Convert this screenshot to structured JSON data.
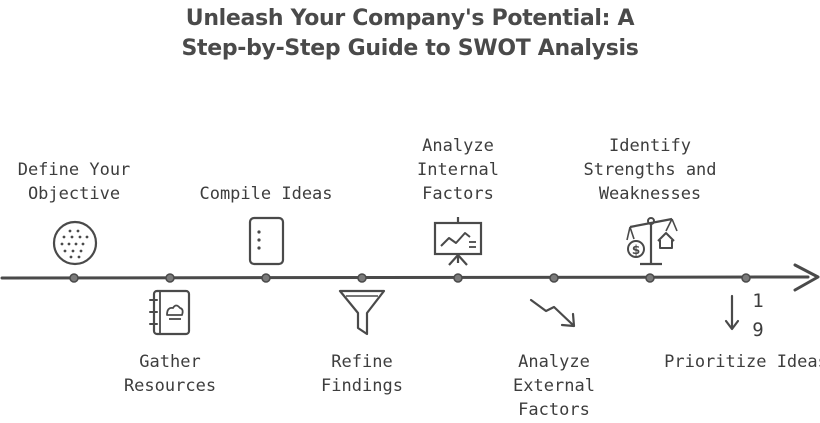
{
  "title": {
    "line1": "Unleash Your Company's Potential: A",
    "line2": "Step-by-Step Guide to SWOT Analysis"
  },
  "steps": [
    {
      "label": "Define Your\nObjective",
      "position": "above",
      "icon": "petri-dish-icon"
    },
    {
      "label": "Gather\nResources",
      "position": "below",
      "icon": "notebook-icon"
    },
    {
      "label": "Compile Ideas",
      "position": "above",
      "icon": "document-icon"
    },
    {
      "label": "Refine\nFindings",
      "position": "below",
      "icon": "funnel-icon"
    },
    {
      "label": "Analyze\nInternal\nFactors",
      "position": "above",
      "icon": "presentation-chart-icon"
    },
    {
      "label": "Analyze\nExternal\nFactors",
      "position": "below",
      "icon": "trend-down-arrow-icon"
    },
    {
      "label": "Identify\nStrengths and\nWeaknesses",
      "position": "above",
      "icon": "balance-scale-icon"
    },
    {
      "label": "Prioritize Ideas",
      "position": "below",
      "icon": "sort-ascending-icon"
    }
  ],
  "sort_icon_digits": {
    "top": "1",
    "bottom": "9"
  },
  "colors": {
    "stroke": "#4a4a4a",
    "text": "#3d3d3d",
    "background": "#ffffff"
  }
}
